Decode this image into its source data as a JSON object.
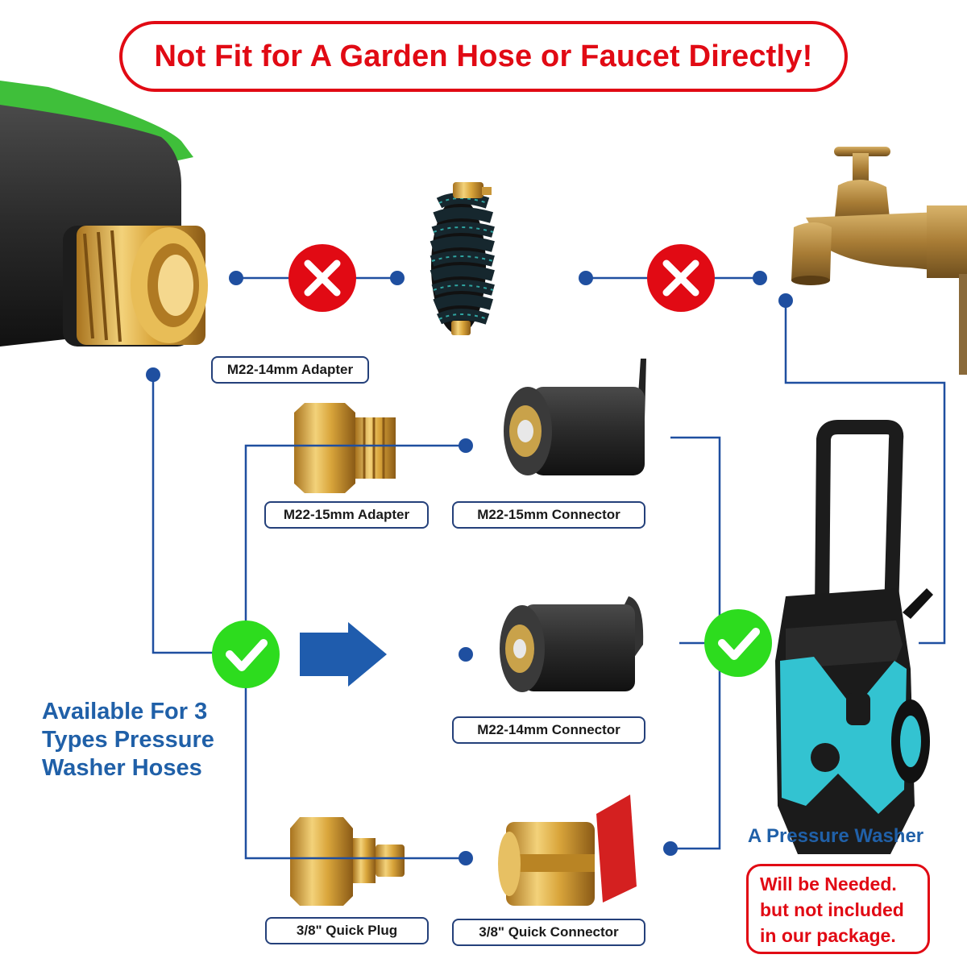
{
  "banner": {
    "text": "Not Fit for A Garden Hose or Faucet Directly!"
  },
  "labels": {
    "m22_14_adapter": "M22-14mm Adapter",
    "m22_15_adapter": "M22-15mm Adapter",
    "m22_15_connector": "M22-15mm Connector",
    "m22_14_connector": "M22-14mm Connector",
    "quick_plug": "3/8\" Quick Plug",
    "quick_connector": "3/8\" Quick Connector"
  },
  "available": {
    "line1": "Available For 3",
    "line2": "Types Pressure",
    "line3": "Washer Hoses"
  },
  "pressure_washer": {
    "title": "A Pressure Washer",
    "note_line1": "Will be Needed.",
    "note_line2": "but not included",
    "note_line3": "in our package."
  },
  "colors": {
    "warning_red": "#e10a14",
    "line_blue": "#1f4fa0",
    "check_green": "#2ddc1e",
    "brass": "#d8a93c",
    "text_blue": "#2060a8"
  }
}
